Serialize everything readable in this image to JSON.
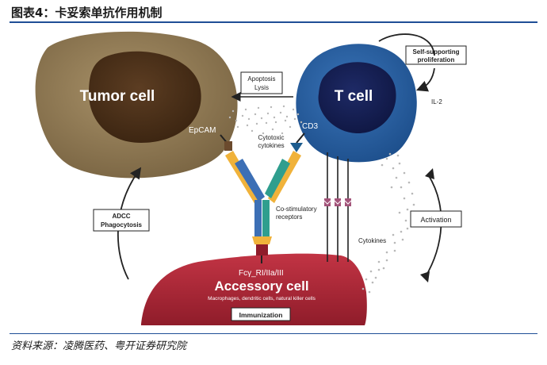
{
  "heading": "图表4：卡妥索单抗作用机制",
  "source": "资料来源：凌腾医药、粤开证券研究院",
  "diagram": {
    "tumor_cell": "Tumor cell",
    "t_cell": "T cell",
    "accessory_cell": "Accessory cell",
    "accessory_subtitle": "Macrophages, dendritic cells, natural killer cells",
    "epcam": "EpCAM",
    "cd3": "CD3",
    "fc_receptor": "Fcγ_RI/IIa/III",
    "apoptosis_box": [
      "Apoptosis",
      "Lysis"
    ],
    "self_supporting_box": [
      "Self-supporting",
      "proliferation"
    ],
    "il2": "IL-2",
    "cytotoxic": [
      "Cytotoxic",
      "cytokines"
    ],
    "costim": [
      "Co-stimulatory",
      "receptors"
    ],
    "cytokines": "Cytokines",
    "adcc_box": [
      "ADCC",
      "Phagocytosis"
    ],
    "activation_box": "Activation",
    "immunization_box": "Immunization"
  }
}
